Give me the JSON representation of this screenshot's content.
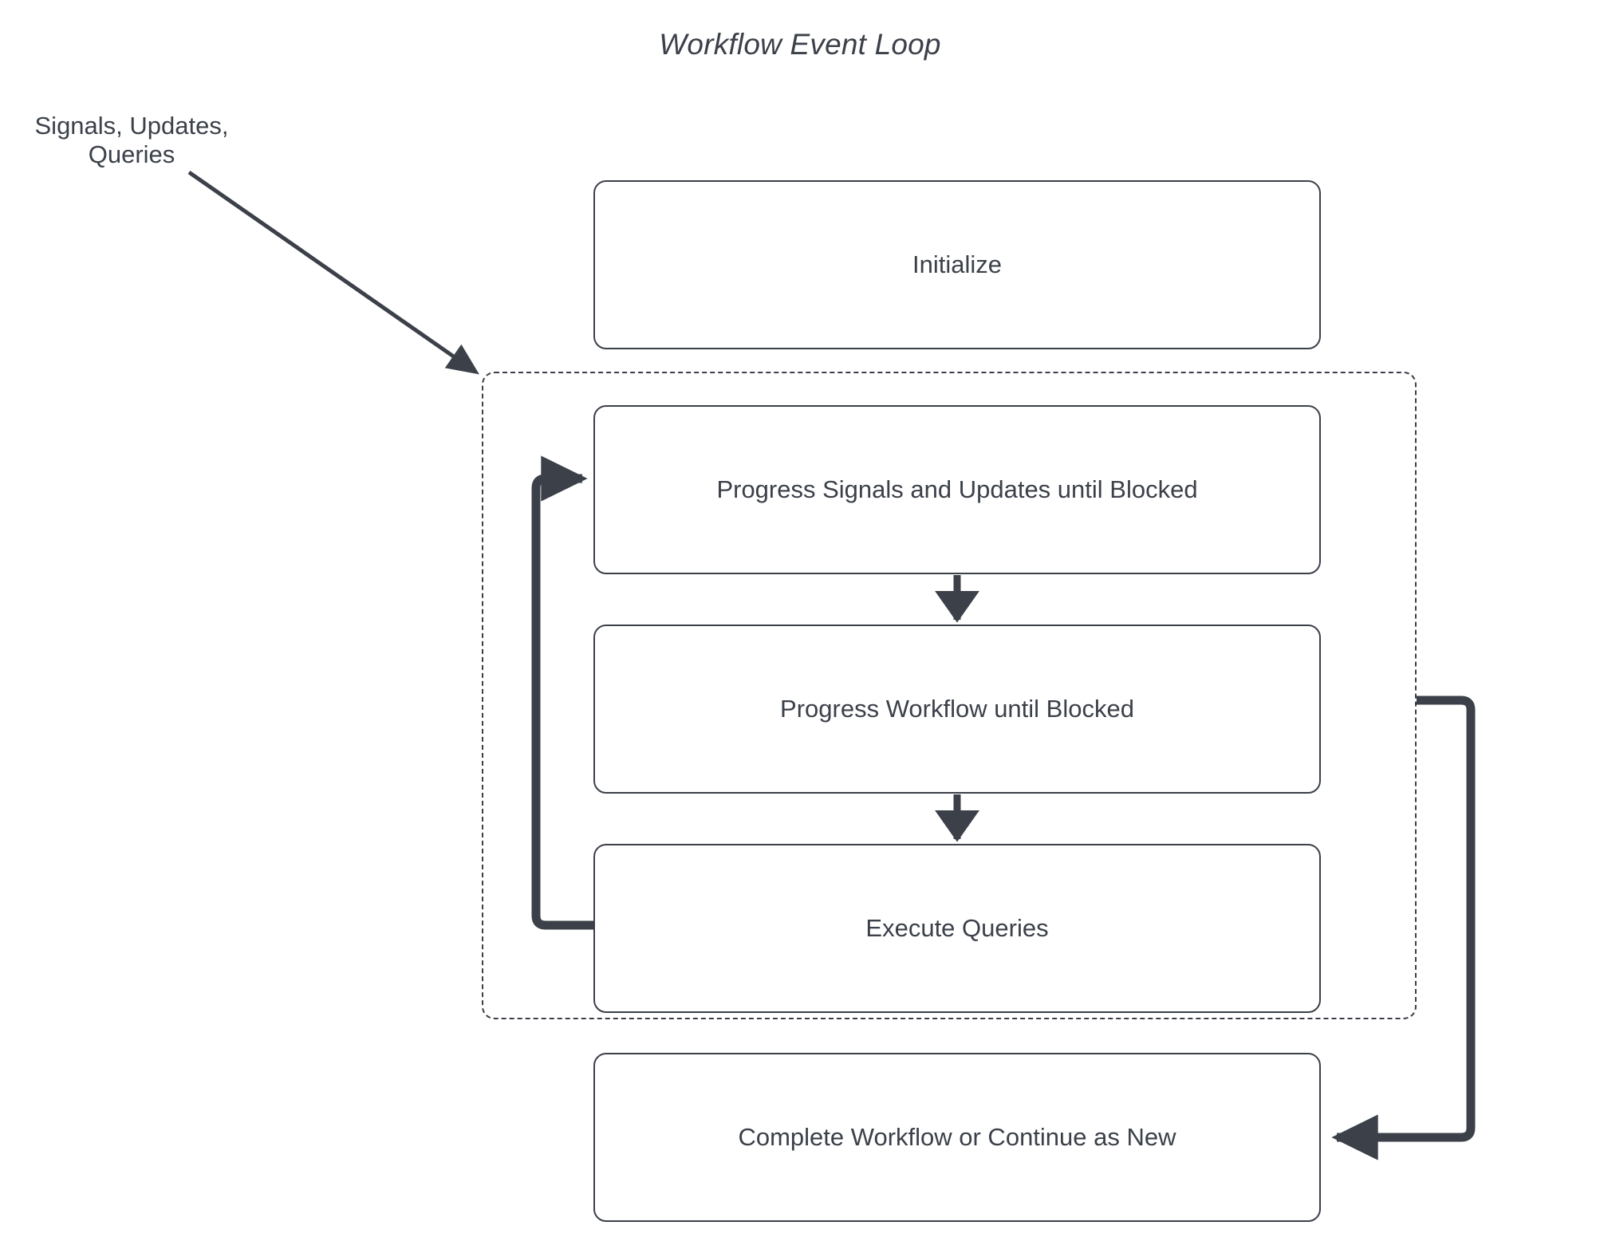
{
  "diagram": {
    "title": "Workflow Event Loop",
    "type": "flowchart",
    "background_color": "#ffffff",
    "stroke_color": "#3b4049",
    "node_fill": "#ffffff"
  },
  "external_input": {
    "label_line_1": "Signals, Updates,",
    "label_line_2": "Queries",
    "label": "Signals, Updates, Queries",
    "arrow_target": "loop-container"
  },
  "nodes": [
    {
      "id": "initialize",
      "label": "Initialize"
    },
    {
      "id": "progress-signals",
      "label": "Progress Signals and Updates until Blocked"
    },
    {
      "id": "progress-workflow",
      "label": "Progress Workflow until Blocked"
    },
    {
      "id": "execute-queries",
      "label": "Execute Queries"
    },
    {
      "id": "complete-workflow",
      "label": "Complete Workflow or Continue as New"
    }
  ],
  "loop_container": {
    "style": "dashed",
    "contains": [
      "progress-signals",
      "progress-workflow",
      "execute-queries"
    ]
  },
  "edges": [
    {
      "from": "external-input",
      "to": "loop-container",
      "style": "thin-diagonal"
    },
    {
      "from": "progress-signals",
      "to": "progress-workflow",
      "style": "vertical-arrow"
    },
    {
      "from": "progress-workflow",
      "to": "execute-queries",
      "style": "vertical-arrow"
    },
    {
      "from": "execute-queries",
      "to": "progress-signals",
      "style": "loop-back-left"
    },
    {
      "from": "loop-container",
      "to": "complete-workflow",
      "style": "loop-exit-right"
    }
  ]
}
